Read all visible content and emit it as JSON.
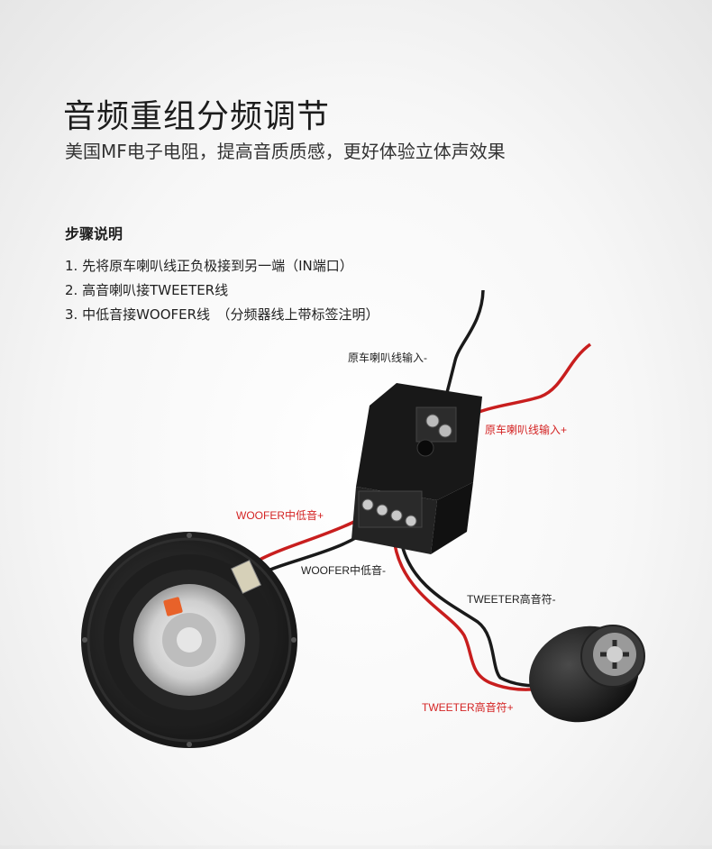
{
  "header": {
    "title": "音频重组分频调节",
    "subtitle": "美国MF电子电阻，提高音质质感，更好体验立体声效果"
  },
  "steps": {
    "heading": "步骤说明",
    "items": [
      "1. 先将原车喇叭线正负极接到另一端（IN端口）",
      "2. 高音喇叭接TWEETER线",
      "3. 中低音接WOOFER线　（分频器线上带标签注明）"
    ]
  },
  "diagram": {
    "labels": {
      "input_negative": "原车喇叭线输入-",
      "input_positive": "原车喇叭线输入+",
      "woofer_positive": "WOOFER中低音+",
      "woofer_negative": "WOOFER中低音-",
      "tweeter_negative": "TWEETER高音符-",
      "tweeter_positive": "TWEETER高音符+"
    },
    "colors": {
      "positive_wire": "#c81e1e",
      "negative_wire": "#1a1a1a",
      "label_red": "#d42424",
      "label_dark": "#222222",
      "crossover_body": "#1b1b1b",
      "speaker_frame": "#222222",
      "speaker_cone": "#d8d8d8",
      "logo": "#e8622a"
    },
    "icons": [
      "crossover-unit-icon",
      "woofer-speaker-icon",
      "tweeter-speaker-icon"
    ]
  }
}
